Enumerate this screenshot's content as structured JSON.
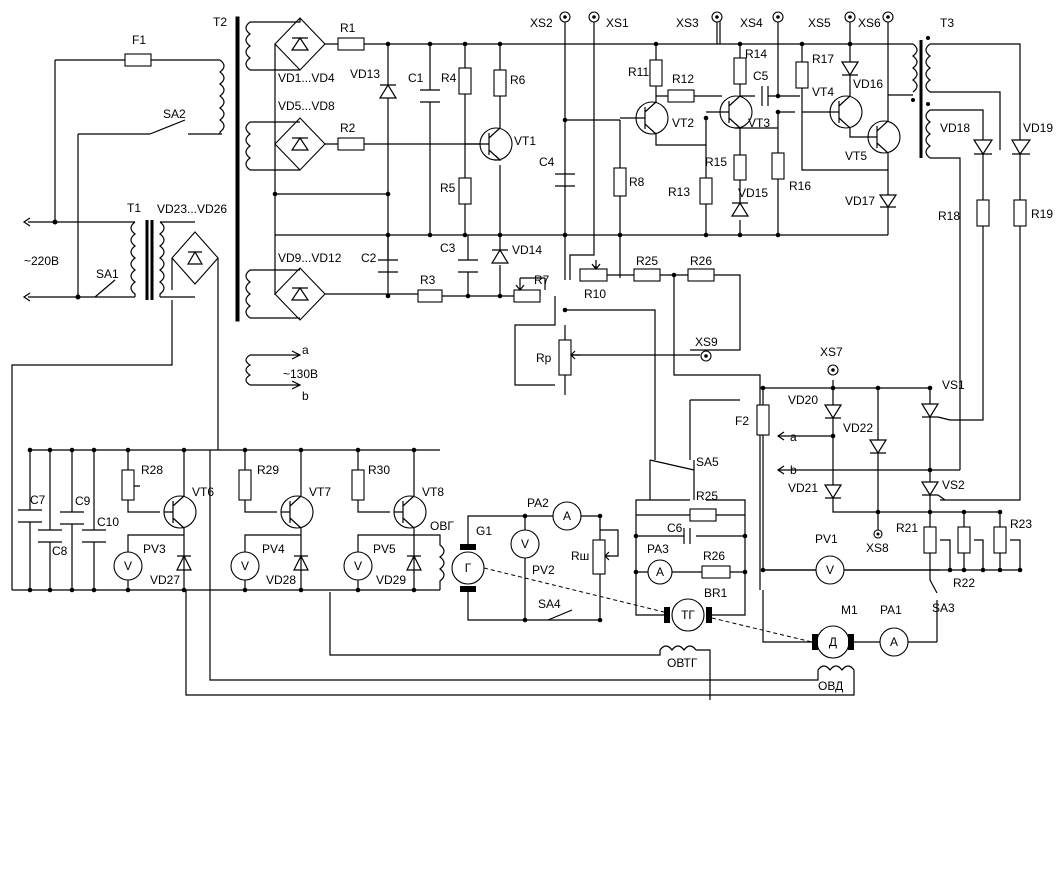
{
  "labels": {
    "F1": "F1",
    "T2": "T2",
    "SA2": "SA2",
    "T1": "T1",
    "VD23_26": "VD23...VD26",
    "ac220": "~220В",
    "SA1": "SA1",
    "VD1_4": "VD1...VD4",
    "VD5_8": "VD5...VD8",
    "VD9_12": "VD9...VD12",
    "ac130": "~130В",
    "a": "a",
    "b": "b",
    "R1": "R1",
    "R2": "R2",
    "R3": "R3",
    "R4": "R4",
    "R5": "R5",
    "R6": "R6",
    "R7": "R7",
    "R8": "R8",
    "R10": "R10",
    "R11": "R11",
    "R12": "R12",
    "R13": "R13",
    "R14": "R14",
    "R15": "R15",
    "R16": "R16",
    "R17": "R17",
    "R18": "R18",
    "R19": "R19",
    "R21": "R21",
    "R22": "R22",
    "R23": "R23",
    "R25a": "R25",
    "R26a": "R26",
    "R25b": "R25",
    "R26b": "R26",
    "R28": "R28",
    "R29": "R29",
    "R30": "R30",
    "Rr": "Rр",
    "Rsh": "Rш",
    "VD13": "VD13",
    "VD14": "VD14",
    "VD15": "VD15",
    "VD16": "VD16",
    "VD17": "VD17",
    "VD18": "VD18",
    "VD19": "VD19",
    "VD20": "VD20",
    "VD21": "VD21",
    "VD22": "VD22",
    "VD27": "VD27",
    "VD28": "VD28",
    "VD29": "VD29",
    "C1": "C1",
    "C2": "C2",
    "C3": "C3",
    "C4": "C4",
    "C5": "C5",
    "C6": "C6",
    "C7": "C7",
    "C8": "C8",
    "C9": "C9",
    "C10": "C10",
    "VT1": "VT1",
    "VT2": "VT2",
    "VT3": "VT3",
    "VT4": "VT4",
    "VT5": "VT5",
    "VT6": "VT6",
    "VT7": "VT7",
    "VT8": "VT8",
    "XS1": "XS1",
    "XS2": "XS2",
    "XS3": "XS3",
    "XS4": "XS4",
    "XS5": "XS5",
    "XS6": "XS6",
    "XS7": "XS7",
    "XS8": "XS8",
    "XS9": "XS9",
    "T3": "T3",
    "VS1": "VS1",
    "VS2": "VS2",
    "F2": "F2",
    "SA3": "SA3",
    "SA4": "SA4",
    "SA5": "SA5",
    "PV1": "PV1",
    "PV2": "PV2",
    "PV3": "PV3",
    "PV4": "PV4",
    "PV5": "PV5",
    "PA1": "PA1",
    "PA2": "PA2",
    "PA3": "PA3",
    "OVG": "ОВГ",
    "G1": "G1",
    "BR1": "BR1",
    "OVTG": "ОВТГ",
    "M1": "M1",
    "OVD": "ОВД",
    "sym_G": "Г",
    "sym_TG": "ТГ",
    "sym_D": "Д",
    "sym_V": "V",
    "sym_A": "A"
  }
}
